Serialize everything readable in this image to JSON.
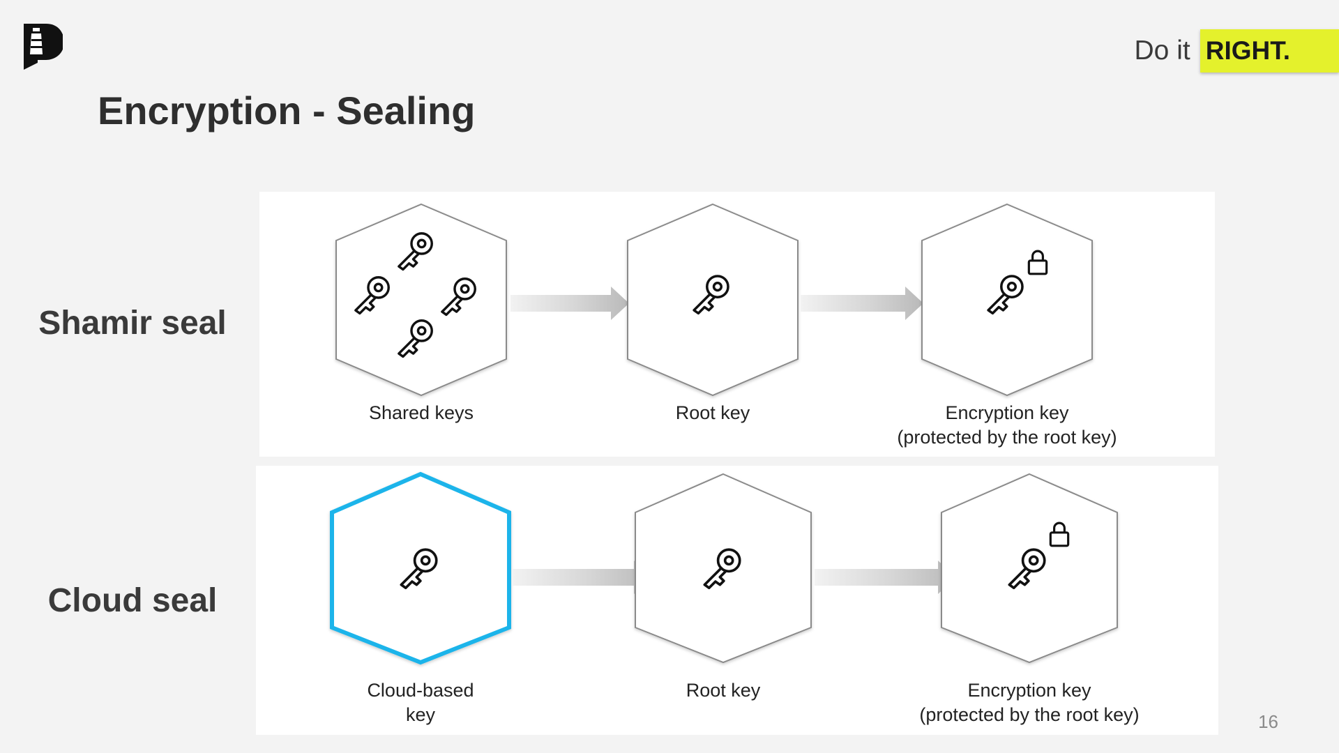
{
  "header": {
    "tagline_prefix": "Do it",
    "tagline_highlight": "RIGHT.",
    "accent_color": "#e4f12c"
  },
  "slide": {
    "title": "Encryption - Sealing",
    "page_number": "16"
  },
  "rows": [
    {
      "label": "Shamir seal",
      "nodes": [
        {
          "caption": "Shared keys",
          "icon": "multiple-keys-icon",
          "highlight": false
        },
        {
          "caption": "Root key",
          "icon": "key-icon",
          "highlight": false
        },
        {
          "caption": "Encryption key\n(protected by the root key)",
          "icon": "locked-key-icon",
          "highlight": false
        }
      ]
    },
    {
      "label": "Cloud seal",
      "nodes": [
        {
          "caption": "Cloud-based\nkey",
          "icon": "key-icon",
          "highlight": true,
          "highlight_color": "#1cb4ea"
        },
        {
          "caption": "Root key",
          "icon": "key-icon",
          "highlight": false
        },
        {
          "caption": "Encryption key\n(protected by the root key)",
          "icon": "locked-key-icon",
          "highlight": false
        }
      ]
    }
  ]
}
